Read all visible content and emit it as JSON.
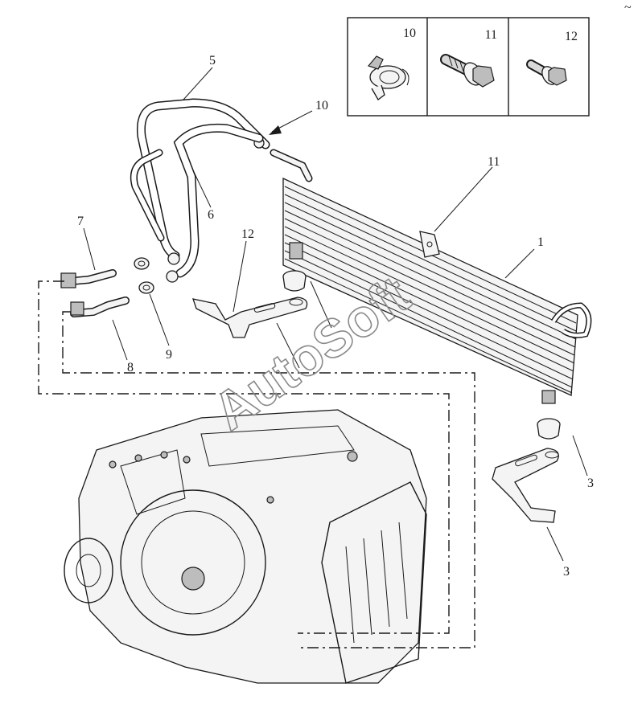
{
  "diagram": {
    "inset": {
      "cells": [
        {
          "label": "10",
          "part": "hose-clamp"
        },
        {
          "label": "11",
          "part": "flange-bolt"
        },
        {
          "label": "12",
          "part": "short-bolt"
        }
      ]
    },
    "callouts": {
      "c1": "1",
      "c3a": "3",
      "c3b": "3",
      "c5": "5",
      "c6": "6",
      "c7": "7",
      "c8": "8",
      "c9": "9",
      "c10": "10",
      "c11": "11",
      "c12": "12"
    },
    "watermark": "AutoSoft",
    "corner_mark": "~"
  }
}
